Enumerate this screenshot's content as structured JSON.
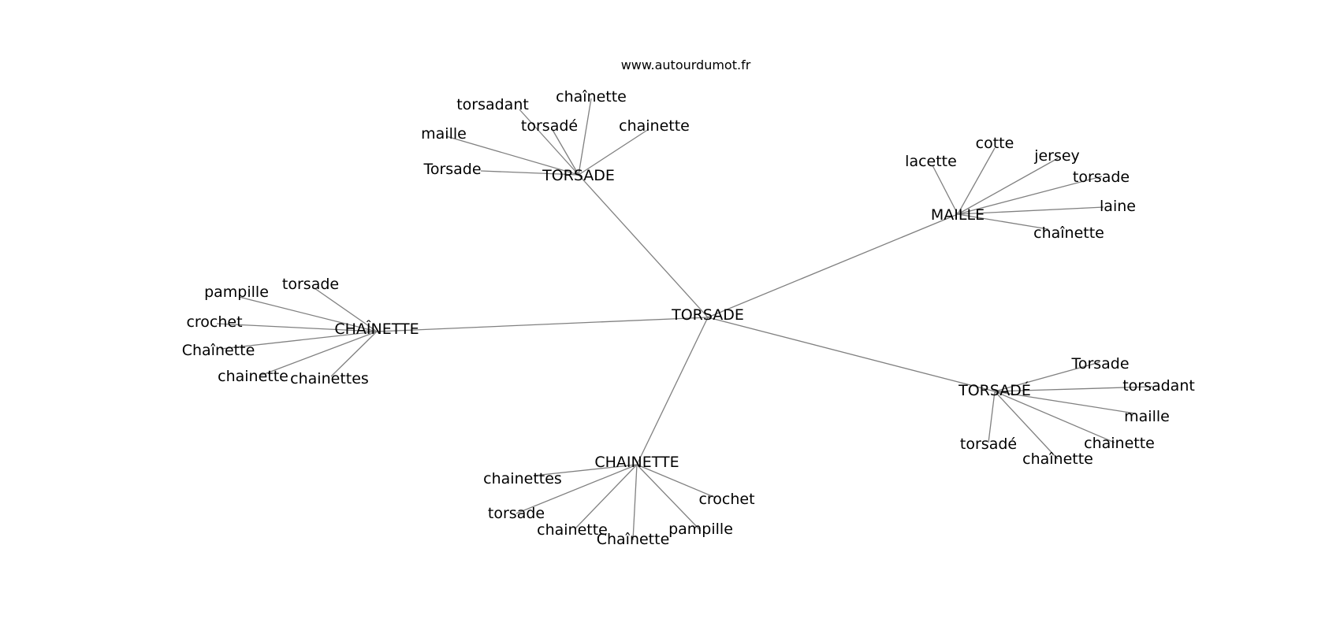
{
  "watermark": "www.autourdumot.fr",
  "root": {
    "id": "root",
    "label": "TORSADE"
  },
  "clusters": [
    {
      "id": "torsade-upper",
      "label": "TORSADE",
      "leaves": [
        {
          "id": "ta-1",
          "label": "torsadant"
        },
        {
          "id": "ta-2",
          "label": "chaînette"
        },
        {
          "id": "ta-3",
          "label": "torsadé"
        },
        {
          "id": "ta-4",
          "label": "chainette"
        },
        {
          "id": "ta-5",
          "label": "maille"
        },
        {
          "id": "ta-6",
          "label": "Torsade"
        }
      ]
    },
    {
      "id": "maille",
      "label": "MAILLE",
      "leaves": [
        {
          "id": "ma-1",
          "label": "lacette"
        },
        {
          "id": "ma-2",
          "label": "cotte"
        },
        {
          "id": "ma-3",
          "label": "jersey"
        },
        {
          "id": "ma-4",
          "label": "torsade"
        },
        {
          "id": "ma-5",
          "label": "laine"
        },
        {
          "id": "ma-6",
          "label": "chaînette"
        }
      ]
    },
    {
      "id": "chainette-circ",
      "label": "CHAÎNETTE",
      "leaves": [
        {
          "id": "cc-1",
          "label": "pampille"
        },
        {
          "id": "cc-2",
          "label": "torsade"
        },
        {
          "id": "cc-3",
          "label": "crochet"
        },
        {
          "id": "cc-4",
          "label": "Chaînette"
        },
        {
          "id": "cc-5",
          "label": "chainette"
        },
        {
          "id": "cc-6",
          "label": "chainettes"
        }
      ]
    },
    {
      "id": "torsade-accent",
      "label": "TORSADÉ",
      "leaves": [
        {
          "id": "te-1",
          "label": "Torsade"
        },
        {
          "id": "te-2",
          "label": "torsadant"
        },
        {
          "id": "te-3",
          "label": "maille"
        },
        {
          "id": "te-4",
          "label": "torsadé"
        },
        {
          "id": "te-5",
          "label": "chainette"
        },
        {
          "id": "te-6",
          "label": "chaînette"
        }
      ]
    },
    {
      "id": "chainette-plain",
      "label": "CHAINETTE",
      "leaves": [
        {
          "id": "cp-1",
          "label": "chainettes"
        },
        {
          "id": "cp-2",
          "label": "crochet"
        },
        {
          "id": "cp-3",
          "label": "torsade"
        },
        {
          "id": "cp-4",
          "label": "pampille"
        },
        {
          "id": "cp-5",
          "label": "chainette"
        },
        {
          "id": "cp-6",
          "label": "Chaînette"
        }
      ]
    }
  ]
}
